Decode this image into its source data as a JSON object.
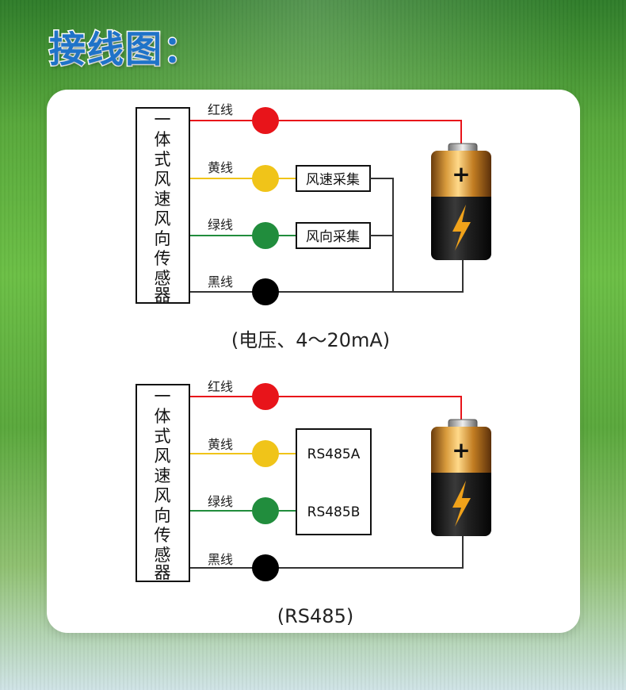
{
  "header": {
    "title": "接线图："
  },
  "diagrams": [
    {
      "sensor_label": [
        "一",
        "体",
        "式",
        "风",
        "速",
        "风",
        "向",
        "传",
        "感",
        "器"
      ],
      "wires": [
        {
          "label": "红线",
          "color": "#e8141a"
        },
        {
          "label": "黄线",
          "color": "#f0c419"
        },
        {
          "label": "绿线",
          "color": "#218d3d"
        },
        {
          "label": "黑线",
          "color": "#000000"
        }
      ],
      "boxes": [
        "风速采集",
        "风向采集"
      ],
      "caption": "(电压、4～20mA)"
    },
    {
      "sensor_label": [
        "一",
        "体",
        "式",
        "风",
        "速",
        "风",
        "向",
        "传",
        "感",
        "器"
      ],
      "wires": [
        {
          "label": "红线",
          "color": "#e8141a"
        },
        {
          "label": "黄线",
          "color": "#f0c419"
        },
        {
          "label": "绿线",
          "color": "#218d3d"
        },
        {
          "label": "黑线",
          "color": "#000000"
        }
      ],
      "boxes": [
        "RS485A",
        "RS485B"
      ],
      "caption": "(RS485)"
    }
  ]
}
